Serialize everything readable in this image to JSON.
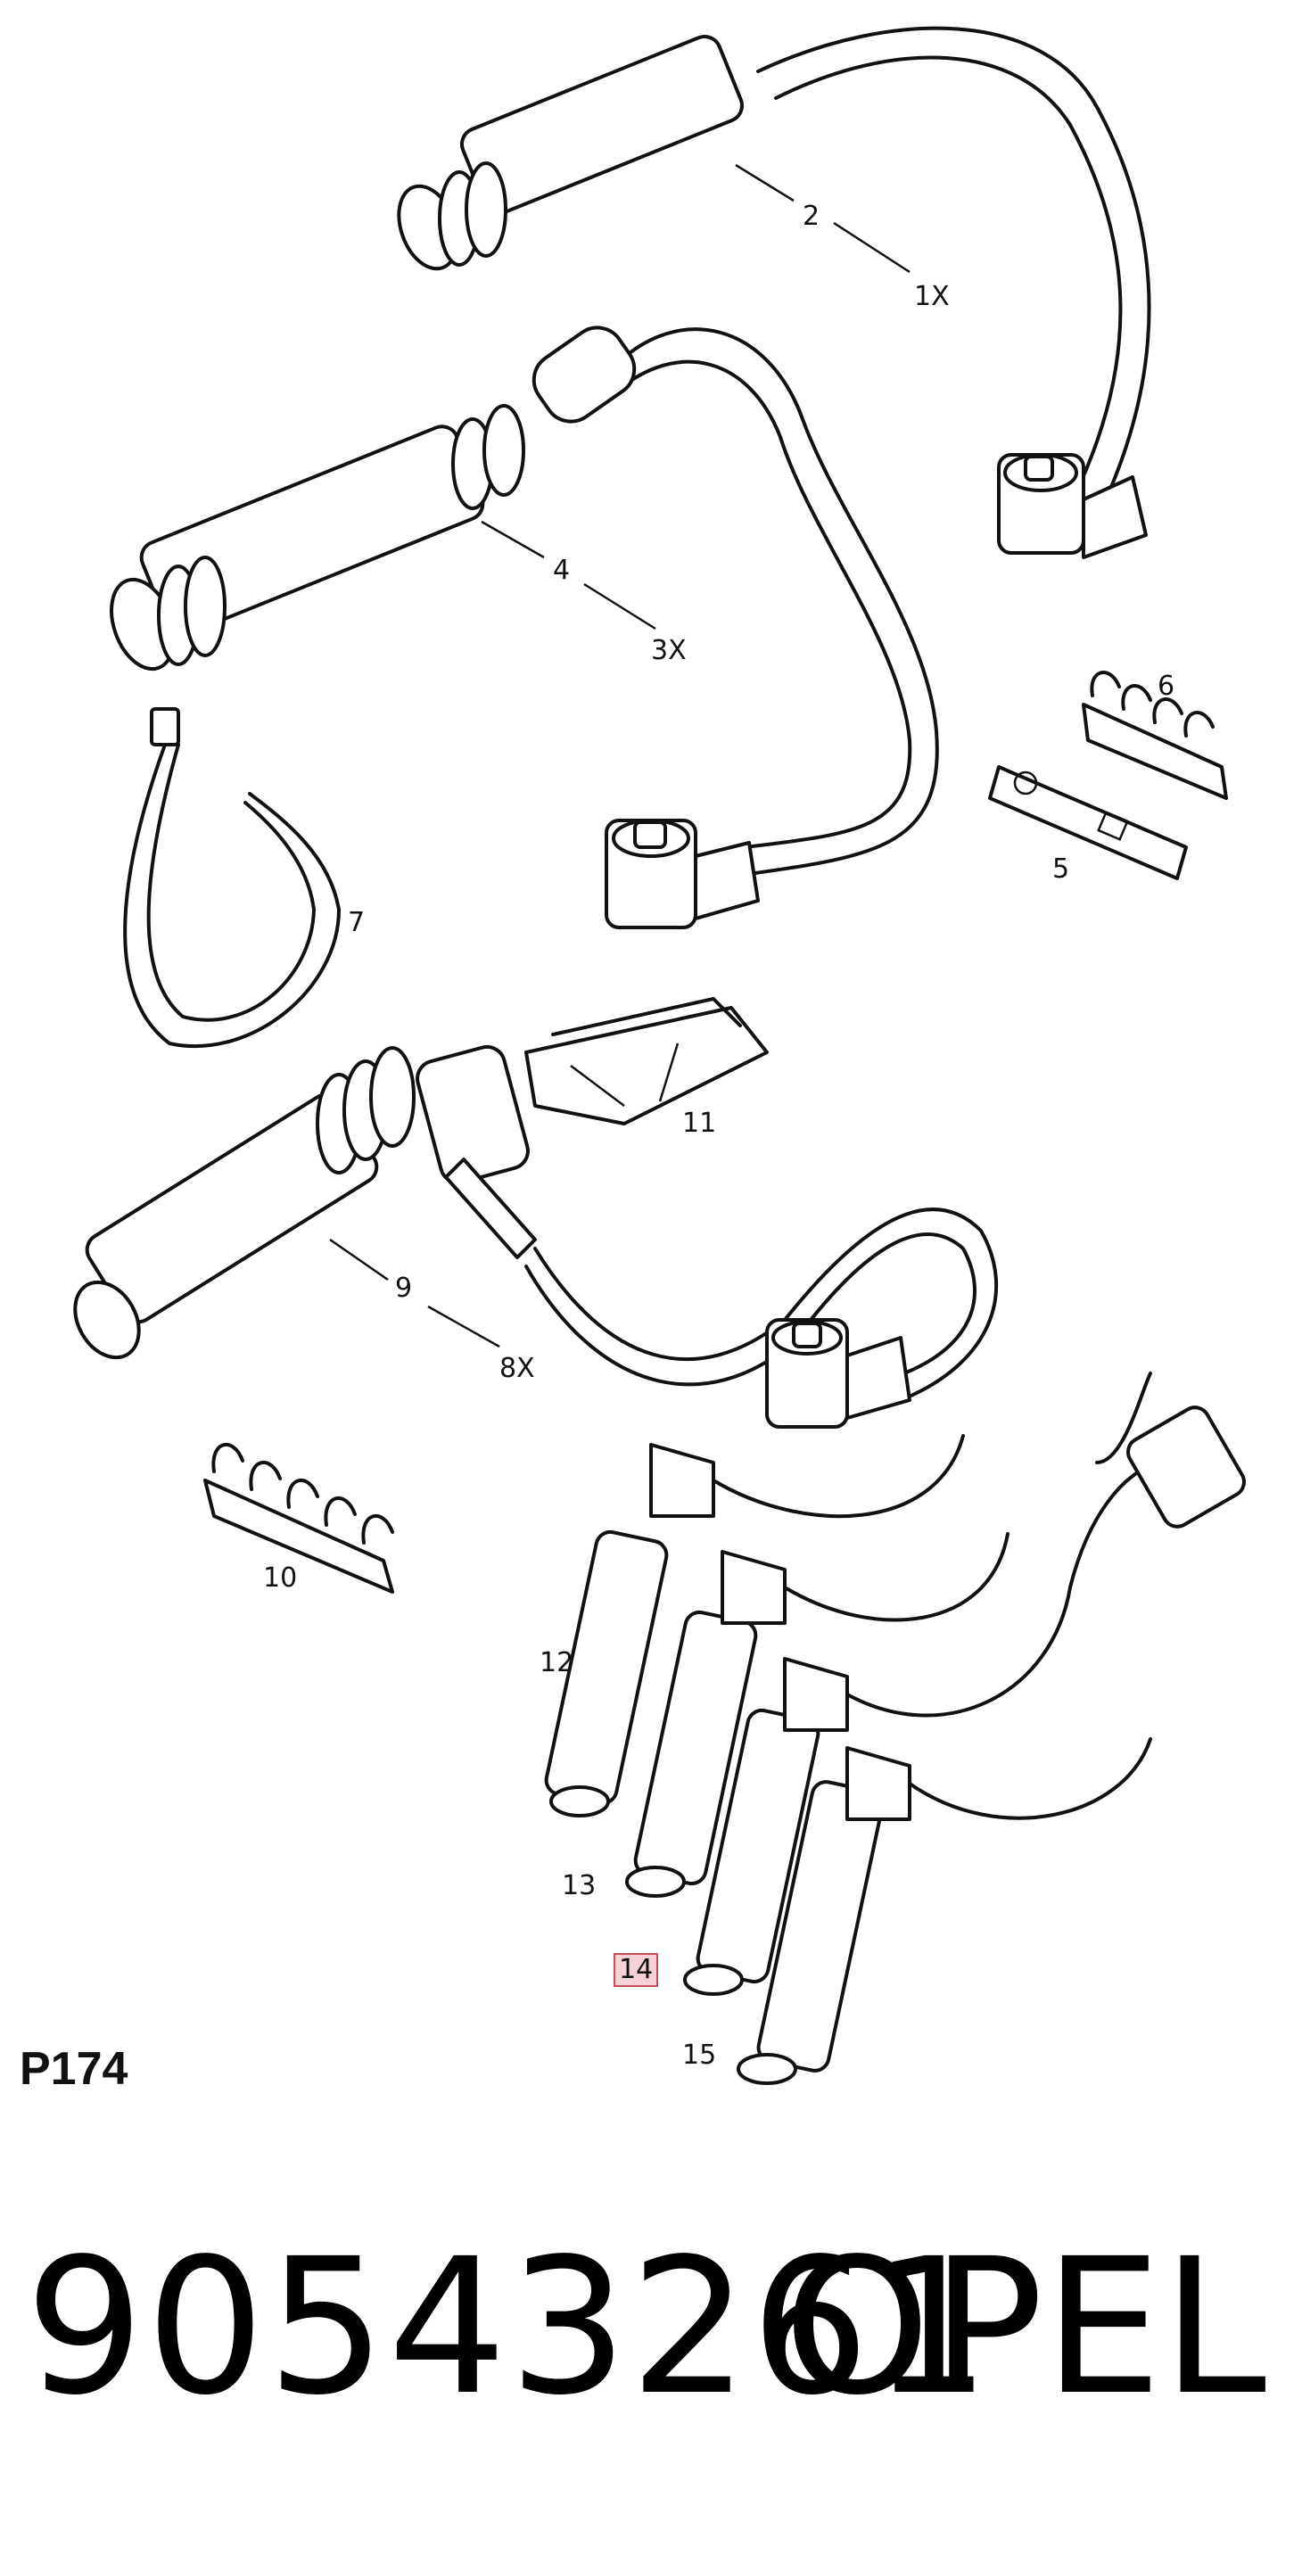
{
  "labels": {
    "l2": "2",
    "l1x": "1X",
    "l4": "4",
    "l3x": "3X",
    "l6": "6",
    "l5": "5",
    "l7": "7",
    "l11": "11",
    "l9": "9",
    "l8x": "8X",
    "l10": "10",
    "l12": "12",
    "l13": "13",
    "l14": "14",
    "l15": "15"
  },
  "page_code": "P174",
  "part_number": "90543261",
  "brand": "OPEL",
  "highlight_color": "#c84b5e"
}
